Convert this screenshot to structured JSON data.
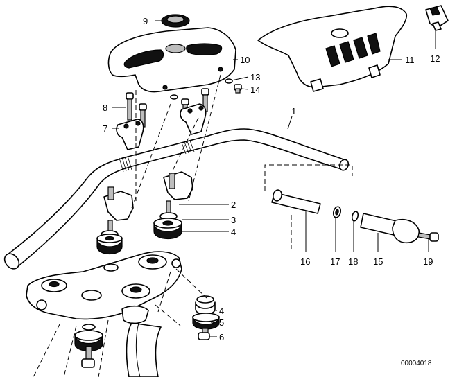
{
  "callouts": [
    {
      "id": "1",
      "label": "1"
    },
    {
      "id": "2",
      "label": "2"
    },
    {
      "id": "3",
      "label": "3"
    },
    {
      "id": "4a",
      "label": "4"
    },
    {
      "id": "4b",
      "label": "4"
    },
    {
      "id": "5",
      "label": "5"
    },
    {
      "id": "6",
      "label": "6"
    },
    {
      "id": "7",
      "label": "7"
    },
    {
      "id": "8",
      "label": "8"
    },
    {
      "id": "9",
      "label": "9"
    },
    {
      "id": "10",
      "label": "10"
    },
    {
      "id": "11",
      "label": "11"
    },
    {
      "id": "12",
      "label": "12"
    },
    {
      "id": "13",
      "label": "13"
    },
    {
      "id": "14",
      "label": "14"
    },
    {
      "id": "15",
      "label": "15"
    },
    {
      "id": "16",
      "label": "16"
    },
    {
      "id": "17",
      "label": "17"
    },
    {
      "id": "18",
      "label": "18"
    },
    {
      "id": "19",
      "label": "19"
    }
  ],
  "reference_code": "00004018"
}
